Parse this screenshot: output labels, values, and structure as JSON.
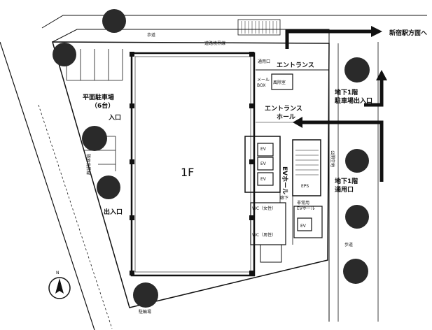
{
  "plan": {
    "floor_label": "1F",
    "entrance": "エントランス",
    "entrance_hall_line1": "エントランス",
    "entrance_hall_line2": "ホール",
    "ev_hall": "EVホール",
    "service_entrance": "通用口",
    "mailbox_line1": "メール",
    "mailbox_line2": "BOX",
    "windbreak_room": "風除室",
    "parking_line1": "平面駐車場",
    "parking_line2": "（6台）",
    "entry_label": "入口",
    "exit_entry_label": "出入口",
    "to_shinjuku": "新宿駅方面へ",
    "b1_parking_line1": "地下1階",
    "b1_parking_line2": "駐車場出入口",
    "b1_service_line1": "地下1階",
    "b1_service_line2": "通用口",
    "sidewalk_top": "歩道",
    "sidewalk_right": "歩道",
    "public_sidewalk": "公開空地",
    "ev_label": "EV",
    "toilet_women": "WC（女性）",
    "toilet_men": "WC（男性）",
    "corridor": "廊下",
    "service_ev_line1": "非常用",
    "service_ev_line2": "EVホール",
    "ps_label": "EPS",
    "site_boundary": "道路境界線",
    "north_label": "N",
    "side_road_label": "隣地境界線",
    "rack_label": "駐輪場"
  },
  "colors": {
    "line": "#111111",
    "tree": "#2a2a2a",
    "fill_light": "#f2f2f2"
  }
}
